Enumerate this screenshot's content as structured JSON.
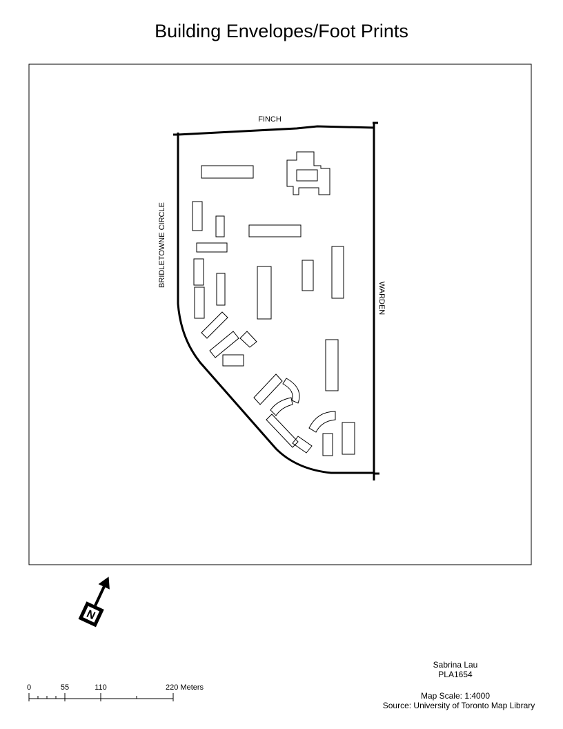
{
  "title": "Building Envelopes/Foot Prints",
  "streets": {
    "north": "FINCH",
    "east": "WARDEN",
    "west": "BRIDLETOWNE CIRCLE"
  },
  "north_arrow": {
    "label": "N"
  },
  "scale_bar": {
    "ticks": [
      "0",
      "55",
      "110",
      "220 Meters"
    ]
  },
  "credits": {
    "author": "Sabrina Lau",
    "course": "PLA1654",
    "scale": "Map Scale: 1:4000",
    "source": "Source: University of Toronto Map Library"
  }
}
